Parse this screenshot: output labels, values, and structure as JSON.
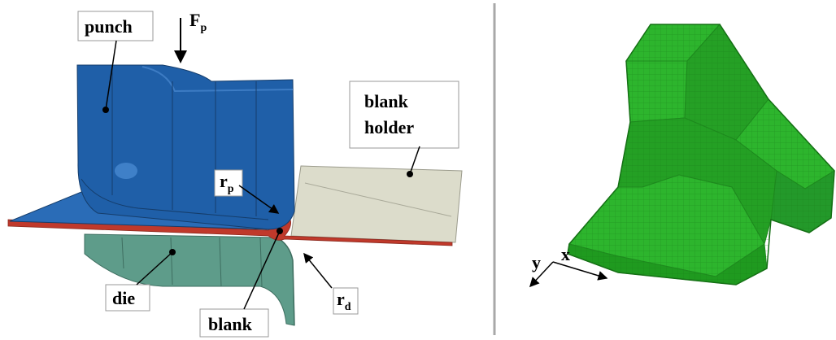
{
  "labels": {
    "punch": "punch",
    "force_main": "F",
    "force_sub": "p",
    "blank_holder_line1": "blank",
    "blank_holder_line2": "holder",
    "rp_main": "r",
    "rp_sub": "p",
    "rd_main": "r",
    "rd_sub": "d",
    "die": "die",
    "blank": "blank",
    "axis_y": "y",
    "axis_x": "x"
  },
  "colors": {
    "punch": "#1f5fa8",
    "punch_dark": "#164a86",
    "punch_light": "#3d7cc4",
    "die": "#5e9c8a",
    "die_dark": "#467d6d",
    "blank": "#c0392b",
    "blank_holder": "#dcdccb",
    "mesh_green": "#2db52d",
    "mesh_dark": "#1e8a1e",
    "divider": "#a8a8a8"
  }
}
